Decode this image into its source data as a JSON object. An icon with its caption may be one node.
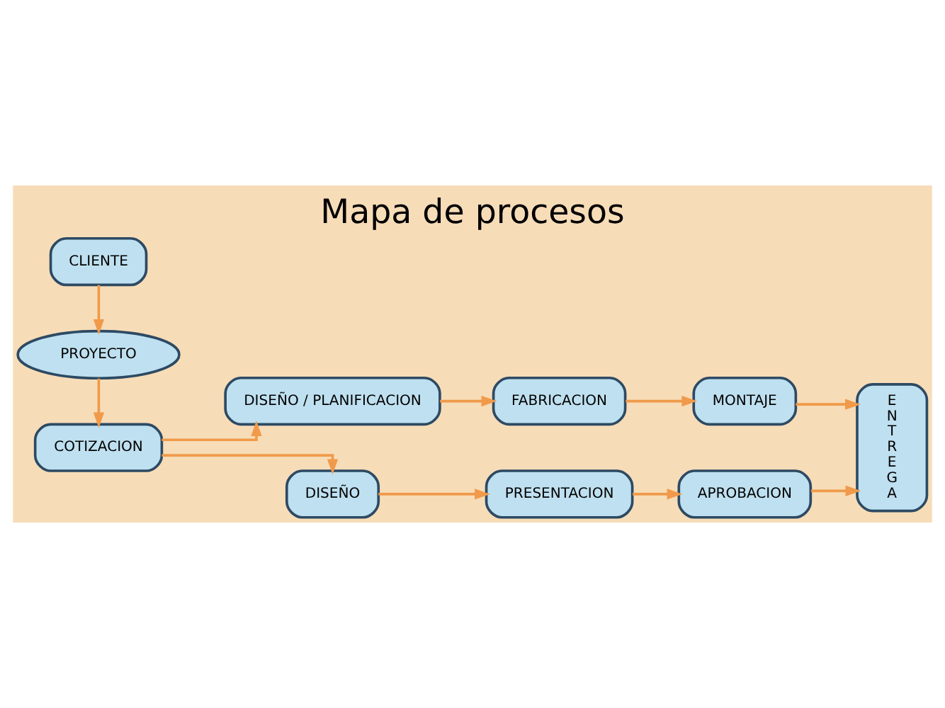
{
  "diagram": {
    "title": "Mapa de procesos",
    "nodes": [
      {
        "text": [
          "CLIENTE"
        ]
      },
      {
        "text": [
          "PROYECTO"
        ]
      },
      {
        "text": [
          "COTIZACION"
        ]
      },
      {
        "text": [
          "DISEÑO / PLANIFICACION"
        ]
      },
      {
        "text": [
          "FABRICACION"
        ]
      },
      {
        "text": [
          "MONTAJE"
        ]
      },
      {
        "text": [
          "DISEÑO"
        ]
      },
      {
        "text": [
          "PRESENTACION"
        ]
      },
      {
        "text": [
          "APROBACION"
        ]
      },
      {
        "text": [
          "ENTREGA"
        ]
      }
    ],
    "edges": [
      {
        "from": 0,
        "to": 1,
        "arrow": "to"
      },
      {
        "from": 1,
        "to": 2,
        "arrow": "to"
      },
      {
        "from": 2,
        "to": 3,
        "arrow": "to"
      },
      {
        "from": 2,
        "to": 6,
        "arrow": "to"
      },
      {
        "from": 3,
        "to": 4,
        "arrow": "to"
      },
      {
        "from": 4,
        "to": 5,
        "arrow": "to"
      },
      {
        "from": 5,
        "to": 9,
        "arrow": "to"
      },
      {
        "from": 6,
        "to": 7,
        "arrow": "to"
      },
      {
        "from": 7,
        "to": 8,
        "arrow": "to"
      },
      {
        "from": 8,
        "to": 9,
        "arrow": "to"
      }
    ]
  }
}
